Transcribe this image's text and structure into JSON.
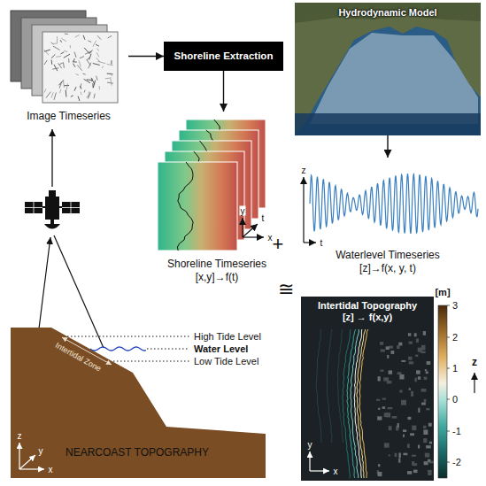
{
  "diagram": {
    "nodes": [
      {
        "text": [
          "Image Timeseries"
        ]
      },
      {
        "text": [
          "Shoreline Extraction"
        ]
      },
      {
        "text": [
          "Hydrodynamic Model"
        ]
      },
      {
        "text": [
          "Shoreline Timeseries",
          "[x,y]→f(t)"
        ]
      },
      {
        "text": [
          "Waterlevel Timeseries",
          "[z]→f(x, y, t)"
        ]
      },
      {
        "text": [
          "Intertidal Topography",
          "[z] → f(x,y)"
        ]
      }
    ],
    "edges": [
      {
        "from": 0,
        "to": 1,
        "arrow": "to"
      },
      {
        "from": 1,
        "to": 3,
        "arrow": "to"
      },
      {
        "from": 2,
        "to": 4,
        "arrow": "to"
      }
    ],
    "labels": [
      "+",
      "≅",
      "High Tide Level",
      "Water Level",
      "Low Tide Level",
      "Intertidal Zone",
      "NEARCOAST TOPOGRAPHY",
      "z",
      "y",
      "x",
      "y",
      "t",
      "x",
      "z",
      "t",
      "y",
      "x",
      "[m]",
      "3",
      "2",
      "1",
      "0",
      "-1",
      "-2",
      "z"
    ]
  }
}
